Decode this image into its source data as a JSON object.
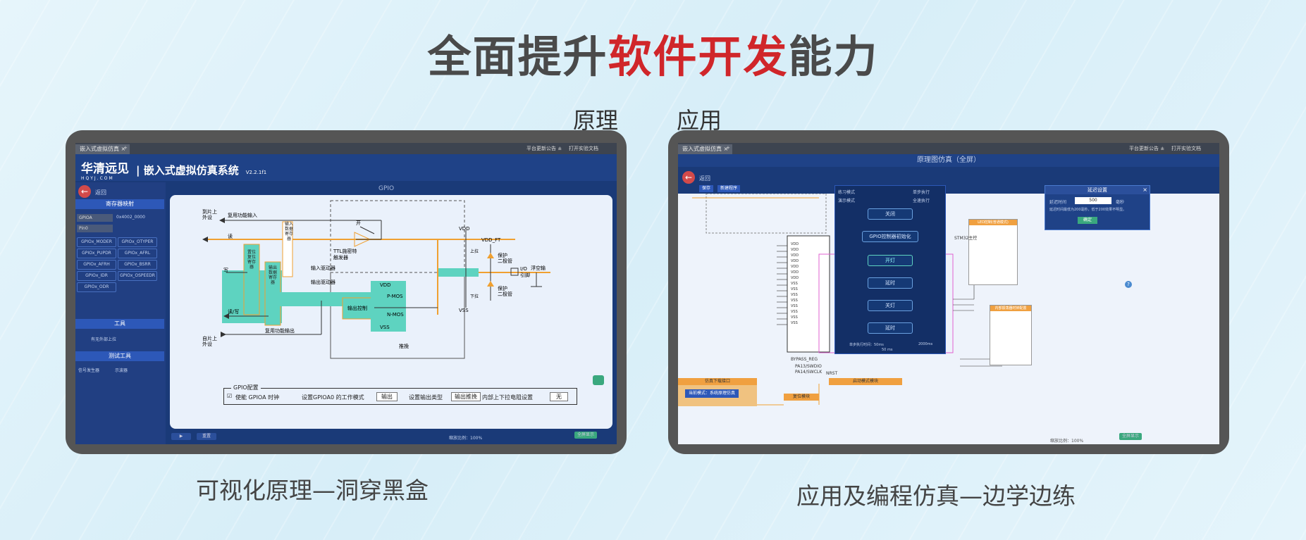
{
  "heading": {
    "part1": "全面提升",
    "part2": "软件开发",
    "part3": "能力"
  },
  "labels": {
    "left": "原理",
    "right": "应用"
  },
  "captions": {
    "left": "可视化原理—洞穿黑盒",
    "right": "应用及编程仿真—边学边练"
  },
  "left_app": {
    "tab": "嵌入式虚拟仿真 ×",
    "notice": "平台更新公告 ±",
    "docs": "打开实验文档",
    "logo": "华清远见",
    "logo_sub": "HQYJ.COM",
    "title": "嵌入式虚拟仿真系统",
    "version": "V2.2.1f1",
    "back": "返回",
    "reg_section": "寄存器映射",
    "port": "GPIOA",
    "address": "0x4002_0000",
    "pin": "Pin0",
    "regs": [
      "GPIOx_MODER",
      "GPIOx_OTYPER",
      "GPIOx_PUPDR",
      "GPIOx_AFRL",
      "GPIOx_AFRH",
      "GPIOx_BSRR",
      "GPIOx_IDR",
      "GPIOx_OSPEEDR",
      "GPIOx_ODR"
    ],
    "tools": "工具",
    "tool_item": "有无外部上拉",
    "test_tools": "测试工具",
    "signal_gen": "信号发生器",
    "oscilloscope": "示波器",
    "main_header": "GPIO",
    "diagram": {
      "to_chip": "到片上",
      "periph": "外设",
      "alt_in": "复用功能输入",
      "read": "读",
      "open": "开",
      "ttl": "TTL施密特",
      "trigger": "触发器",
      "input_data_reg": "输入数据寄存器",
      "input_driver": "输入驱动器",
      "output_driver": "输出驱动器",
      "bsr": "置位复位寄存器",
      "write": "写",
      "odr": "输出数据寄存器",
      "output_control": "输出控制",
      "pmos": "P-MOS",
      "nmos": "N-MOS",
      "rw": "读/写",
      "from_chip": "自片上",
      "alt_out": "复用功能输出",
      "pushpull": "推挽",
      "vdd": "VDD",
      "vss": "VSS",
      "vdd_ft": "VDD_FT",
      "protect": "保护",
      "diode": "二极管",
      "io": "I/O",
      "pin": "引脚",
      "float": "浮空输",
      "pullup": "上拉",
      "pulldown": "下拉"
    },
    "gpio_config": {
      "title": "GPIO配置",
      "enable": "使能 GPIOA 时钟",
      "mode_label": "设置GPIOA0 的工作模式",
      "mode_value": "输出",
      "type_label": "设置输出类型",
      "type_value": "输出推挽",
      "pull_label": "内部上下拉电阻设置",
      "pull_value": "无"
    },
    "bottom": {
      "reset": "重置",
      "zoom": "缩放比例：100%",
      "fullscreen": "全屏显示"
    }
  },
  "right_app": {
    "tab": "嵌入式虚拟仿真 ×",
    "notice": "平台更新公告 ±",
    "docs": "打开实验文档",
    "header": "原理图仿真（全屏）",
    "back": "返回",
    "toolbar": [
      "保存",
      "新建程序"
    ],
    "flow": {
      "practice": "练习模式",
      "demo": "演示模式",
      "single": "单步执行",
      "all": "全速执行",
      "steps": [
        "关闭",
        "GPIO控制器初始化",
        "开灯",
        "延时",
        "关灯",
        "延时"
      ],
      "speed_label": "单步执行时间：50ms",
      "speed_max": "2000ms",
      "speed_value": "50 ms"
    },
    "delay": {
      "title": "延迟设置",
      "label": "延迟时间",
      "value": "500",
      "unit": "毫秒",
      "note": "延迟时间最低为200毫秒，低于200效果不明显。",
      "ok": "确定"
    },
    "chip": {
      "label": "STM32主控",
      "pins_left": [
        "VDD",
        "VDD",
        "VDD",
        "VDD",
        "VDD",
        "VDD",
        "VDD",
        "VSS",
        "VSS",
        "VSS",
        "VSS",
        "VSS",
        "VSS",
        "VSS",
        "VSS"
      ],
      "pa13": "PA13/SWDIO",
      "pa14": "PA14/SWCLK",
      "boot": "BYPASS_REG",
      "nrst": "NRST"
    },
    "modules": {
      "led": "LED控制(普通模式)",
      "clock": "内部振荡器时钟配置",
      "download": "仿真下载接口",
      "download_btn": "当前模式：系统原理仿真",
      "reset": "复位模块",
      "boot": "启动模式模块"
    },
    "bottom": {
      "zoom": "缩放比例：100%",
      "fullscreen": "全屏显示"
    }
  }
}
